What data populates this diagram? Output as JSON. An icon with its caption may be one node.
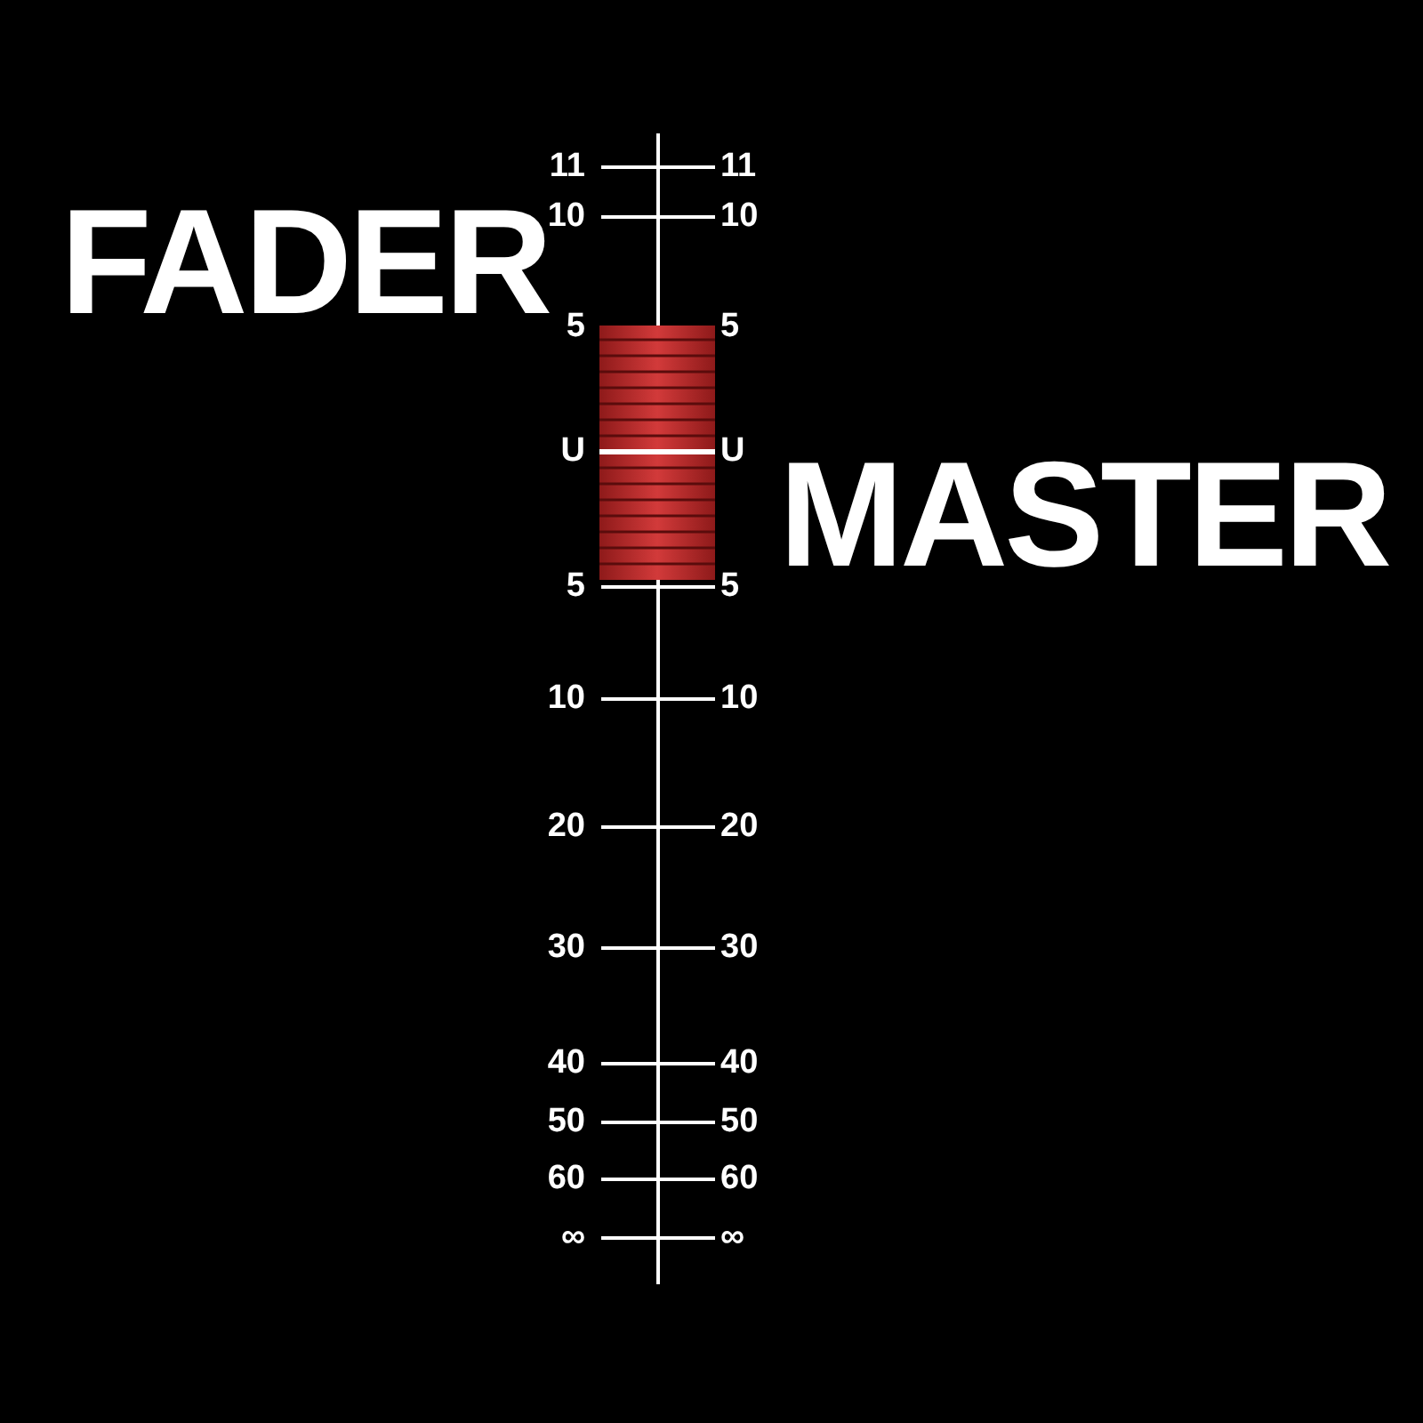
{
  "diagram": {
    "labels": [
      "FADER",
      "MASTER",
      "11",
      "11",
      "10",
      "10",
      "5",
      "5",
      "U",
      "U",
      "5",
      "5",
      "10",
      "10",
      "20",
      "20",
      "30",
      "30",
      "40",
      "40",
      "50",
      "50",
      "60",
      "60",
      "∞",
      "∞"
    ]
  }
}
